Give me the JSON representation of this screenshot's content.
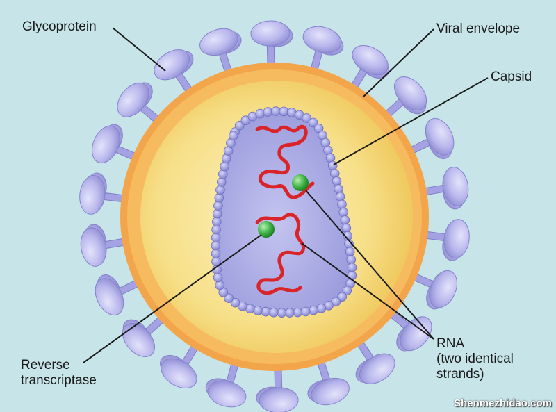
{
  "labels": {
    "glycoprotein": "Glycoprotein",
    "viral_envelope": "Viral envelope",
    "capsid": "Capsid",
    "rna": [
      "RNA",
      "(two identical",
      "strands)"
    ],
    "reverse_transcriptase": [
      "Reverse",
      "transcriptase"
    ]
  },
  "watermark": "Shenmezhidao.com",
  "colors": {
    "background": "#c7e4e8",
    "envelope": "#f2a54a",
    "interior": "#f7e08a",
    "capsid": "#a7a8e0",
    "capsid_bead": "#8f90d8",
    "glycoprotein": "#b9b7ec",
    "rna": "#d9252a",
    "enzyme": "#3cb043",
    "leader": "#1a1a1a"
  }
}
